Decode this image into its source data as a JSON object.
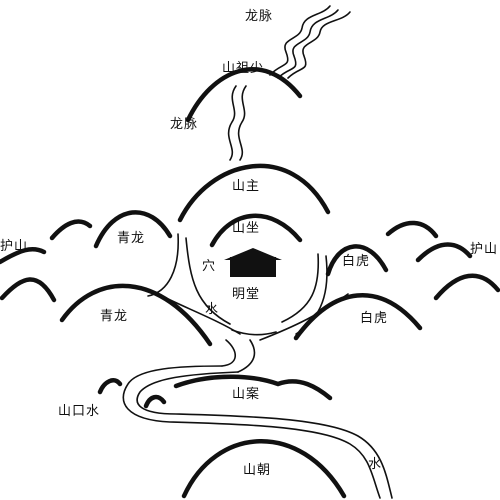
{
  "diagram": {
    "labels": {
      "longmai_top": "龙脉",
      "shaozushan": "山祖少",
      "longmai_mid": "龙脉",
      "zhushan": "山主",
      "zuoshan": "山坐",
      "xue": "穴",
      "mingtang": "明堂",
      "shui_center": "水",
      "qinglong_upper": "青龙",
      "qinglong_lower": "青龙",
      "baihu_upper": "白虎",
      "baihu_lower": "白虎",
      "hushan_left": "护山",
      "hushan_right": "护山",
      "anshan": "山案",
      "shuikou": "山口水",
      "chaoshan": "山朝",
      "shui_bottom": "水"
    },
    "colors": {
      "ink": "#111111",
      "paper": "#ffffff"
    }
  }
}
